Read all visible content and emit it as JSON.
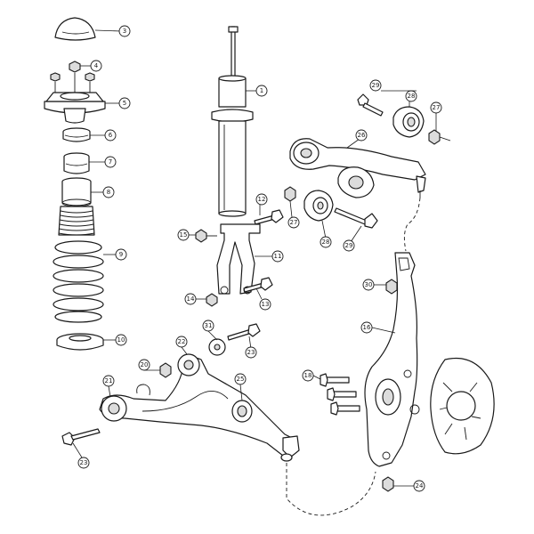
{
  "callouts": [
    {
      "id": "c1",
      "label": "1"
    },
    {
      "id": "c3",
      "label": "3"
    },
    {
      "id": "c4",
      "label": "4"
    },
    {
      "id": "c5",
      "label": "5"
    },
    {
      "id": "c6",
      "label": "6"
    },
    {
      "id": "c7",
      "label": "7"
    },
    {
      "id": "c8",
      "label": "8"
    },
    {
      "id": "c9",
      "label": "9"
    },
    {
      "id": "c10",
      "label": "10"
    },
    {
      "id": "c11",
      "label": "11"
    },
    {
      "id": "c12",
      "label": "12"
    },
    {
      "id": "c13",
      "label": "13"
    },
    {
      "id": "c14",
      "label": "14"
    },
    {
      "id": "c15",
      "label": "15"
    },
    {
      "id": "c16",
      "label": "16"
    },
    {
      "id": "c18",
      "label": "18"
    },
    {
      "id": "c20",
      "label": "20"
    },
    {
      "id": "c21",
      "label": "21"
    },
    {
      "id": "c22",
      "label": "22"
    },
    {
      "id": "c23a",
      "label": "23"
    },
    {
      "id": "c23b",
      "label": "23"
    },
    {
      "id": "c24",
      "label": "24"
    },
    {
      "id": "c25",
      "label": "25"
    },
    {
      "id": "c26",
      "label": "26"
    },
    {
      "id": "c27a",
      "label": "27"
    },
    {
      "id": "c27b",
      "label": "27"
    },
    {
      "id": "c28a",
      "label": "28"
    },
    {
      "id": "c28b",
      "label": "28"
    },
    {
      "id": "c29a",
      "label": "29"
    },
    {
      "id": "c29b",
      "label": "29"
    },
    {
      "id": "c30",
      "label": "30"
    },
    {
      "id": "c31",
      "label": "31"
    }
  ]
}
